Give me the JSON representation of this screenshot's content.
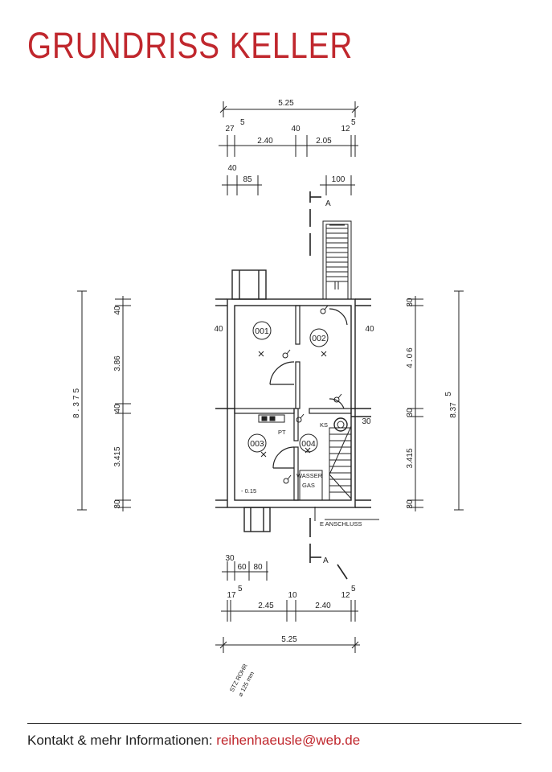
{
  "title": "GRUNDRISS KELLER",
  "footer": {
    "label": "Kontakt & mehr Informationen:",
    "email": "reihenhaeusle@web.de"
  },
  "plan": {
    "top_dimensions": {
      "overall": "5.25",
      "row2": [
        "27",
        "5",
        "40",
        "12",
        "5"
      ],
      "row3": [
        "2.40",
        "2.05"
      ],
      "row4": [
        "40",
        "85",
        "100"
      ]
    },
    "bottom_dimensions": {
      "row1": [
        "30",
        "60",
        "80"
      ],
      "row2": [
        "17",
        "5",
        "10",
        "12",
        "5"
      ],
      "row3": [
        "2.45",
        "2.40"
      ],
      "overall": "5.25"
    },
    "left_dimensions": {
      "overall": "8.375",
      "parts": [
        "40",
        "3.86",
        "40",
        "3.415",
        "30"
      ]
    },
    "right_dimensions": {
      "overall": "8.37",
      "overall_sup": "5",
      "parts": [
        "30",
        "4.06",
        "30",
        "3.415",
        "30"
      ]
    },
    "wall_labels": {
      "left": "40",
      "right": "40",
      "right_lower": "30"
    },
    "section_marker": "A",
    "rooms": [
      "001",
      "002",
      "003",
      "004"
    ],
    "labels": {
      "ks": "KS",
      "wasser": "WASSER",
      "gas": "GAS",
      "level": "- 0.15",
      "anschluss": "E ANSCHLUSS",
      "pt": "PT",
      "rohr_1": "STZ ROHR",
      "rohr_2": "⌀ 125 mm"
    }
  }
}
